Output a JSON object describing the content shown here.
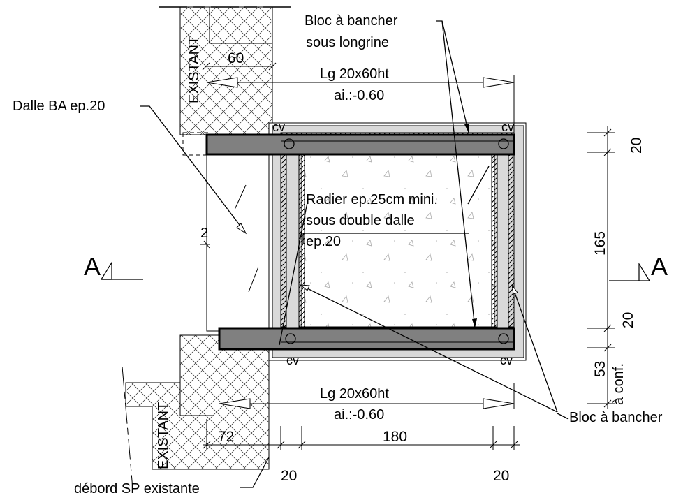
{
  "labels": {
    "bloc_bancher_longrine_line1": "Bloc à bancher",
    "bloc_bancher_longrine_line2": "sous longrine",
    "dalle_ba": "Dalle BA ep.20",
    "radier_line1": "Radier ep.25cm mini.",
    "radier_line2": "sous double dalle",
    "radier_line3": "ep.20",
    "bloc_bancher": "Bloc à bancher",
    "debord": "débord SP existante",
    "existant": "EXISTANT",
    "cv": "cv",
    "section_mark": "A",
    "longrine_top_line1": "Lg 20x60ht",
    "longrine_top_line2": "ai.:-0.60",
    "longrine_bottom_line1": "Lg 20x60ht",
    "longrine_bottom_line2": "ai.:-0.60",
    "a_conf": "à conf."
  },
  "dimensions": {
    "top_60": "60",
    "small_2": "2",
    "right_20_top": "20",
    "right_165": "165",
    "right_20_bottom": "20",
    "right_53": "53",
    "bottom_72": "72",
    "bottom_180": "180",
    "bottom_20_left": "20",
    "bottom_20_right": "20"
  },
  "colors": {
    "beam_fill": "#808080",
    "block_fill": "#d9d9d9",
    "line": "#000000"
  }
}
